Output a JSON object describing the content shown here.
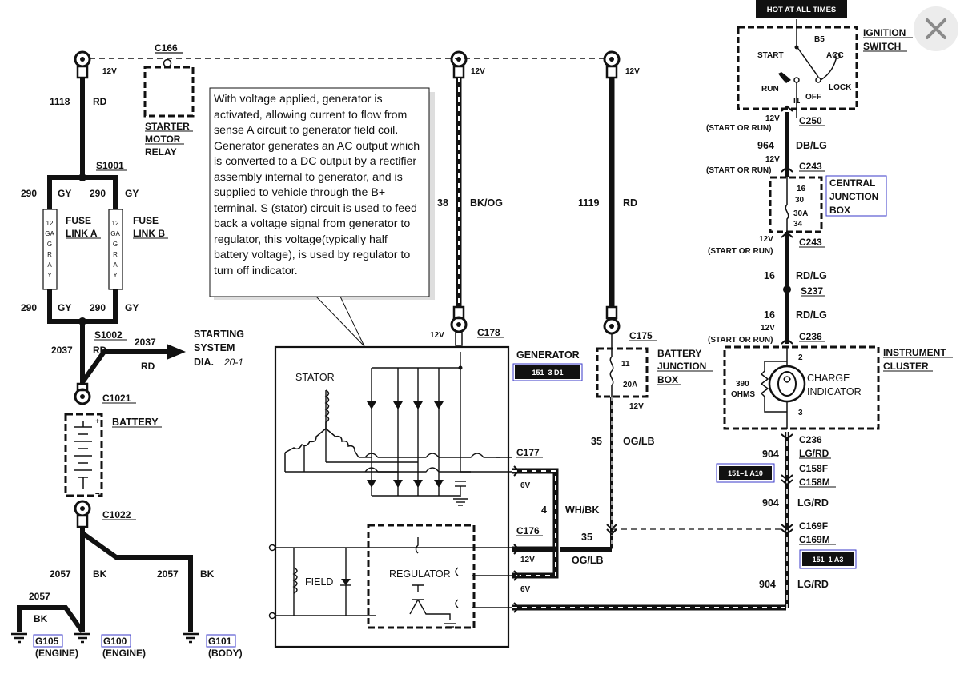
{
  "close_icon": "close-icon",
  "hot_label": "HOT AT ALL TIMES",
  "note": "With voltage applied, generator is activated, allowing current to flow from sense A circuit to  generator field coil. Generator generates an AC output which is converted to a DC output by a rectifier assembly internal to generator, and is supplied to vehicle through the B+ terminal. S (stator) circuit is used to feed back a voltage signal from generator  to regulator, this voltage(typically half battery voltage), is used by regulator to turn off indicator.",
  "components": {
    "ignition_switch": [
      "IGNITION",
      "SWITCH"
    ],
    "ign_positions": {
      "b5": "B5",
      "start": "START",
      "acc": "ACC",
      "run": "RUN",
      "off": "OFF",
      "lock": "LOCK",
      "i1": "I1"
    },
    "central_junction": [
      "CENTRAL",
      "JUNCTION",
      "BOX"
    ],
    "cjb_pins": {
      "p16": "16",
      "p30": "30",
      "fuse": "30A",
      "p34": "34"
    },
    "instrument_cluster": [
      "INSTRUMENT",
      "CLUSTER"
    ],
    "charge_indicator": [
      "CHARGE",
      "INDICATOR"
    ],
    "resistor": [
      "390",
      "OHMS"
    ],
    "ic_pins": {
      "p2": "2",
      "p3": "3"
    },
    "battery_junction": [
      "BATTERY",
      "JUNCTION",
      "BOX"
    ],
    "bjb_pins": {
      "p11": "11",
      "fuse": "20A"
    },
    "generator": "GENERATOR",
    "stator": "STATOR",
    "field": "FIELD",
    "regulator": "REGULATOR",
    "battery": "BATTERY",
    "starter_relay": [
      "STARTER",
      "MOTOR",
      "RELAY"
    ],
    "fuse_link_a": [
      "FUSE",
      "LINK A"
    ],
    "fuse_link_b": [
      "FUSE",
      "LINK B"
    ],
    "fuse_text": [
      "12",
      "GA",
      "G",
      "R",
      "A",
      "Y"
    ],
    "starting_system": [
      "STARTING",
      "SYSTEM",
      "DIA."
    ],
    "starting_ref": "20-1"
  },
  "refs": {
    "generator": "151–3 D1",
    "c158": "151–1 A10",
    "c169": "151–1 A3"
  },
  "connectors": {
    "c166": "C166",
    "c250": "C250",
    "c243a": "C243",
    "c243b": "C243",
    "s237": "S237",
    "c236a": "C236",
    "c236b": "C236",
    "c158f": "C158F",
    "c158m": "C158M",
    "c169f": "C169F",
    "c169m": "C169M",
    "s1001": "S1001",
    "s1002": "S1002",
    "c1021": "C1021",
    "c1022": "C1022",
    "c178": "C178",
    "c175": "C175",
    "c177": "C177",
    "c176": "C176",
    "g105": "G105",
    "g100": "G100",
    "g101": "G101"
  },
  "ground_locs": {
    "engine1": "(ENGINE)",
    "engine2": "(ENGINE)",
    "body": "(BODY)"
  },
  "voltages": {
    "v12": "12V",
    "start_or_run": "(START OR RUN)",
    "v6": "6V"
  },
  "wires": {
    "w1118": "1118",
    "rd": "RD",
    "w290": "290",
    "gy": "GY",
    "w2037": "2037",
    "w2057": "2057",
    "bk": "BK",
    "w38": "38",
    "bkog": "BK/OG",
    "w1119": "1119",
    "w964": "964",
    "dblg": "DB/LG",
    "w16": "16",
    "rdlg": "RD/LG",
    "w904": "904",
    "lgrd_u": "LG/RD",
    "lgrd": "LG/RD",
    "w35": "35",
    "oglb": "OG/LB",
    "w4": "4",
    "whbk": "WH/BK"
  }
}
